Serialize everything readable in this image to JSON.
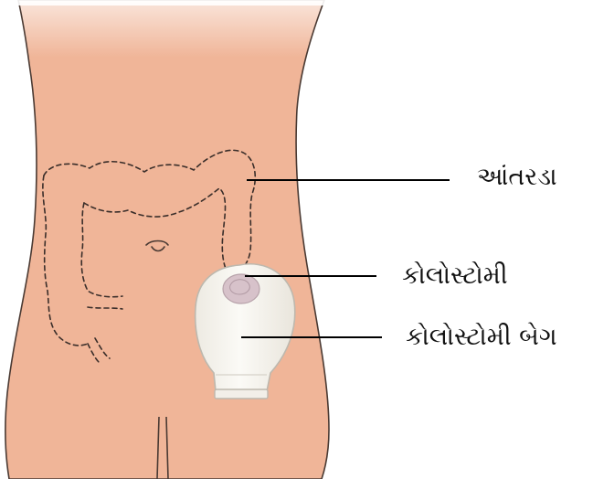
{
  "labels": {
    "intestine": "આંતરડા",
    "colostomy": "કોલોસ્ટોમી",
    "colostomy_bag": "કોલોસ્ટોમી બેગ"
  },
  "colors": {
    "skin": "#F0B598",
    "skin_shadow": "#E8A888",
    "outline": "#4A3A33",
    "bag": "#F7F5EF",
    "bag_edge": "#CFCBC2",
    "stoma": "#D9C4CC",
    "leader_line": "#000000"
  }
}
